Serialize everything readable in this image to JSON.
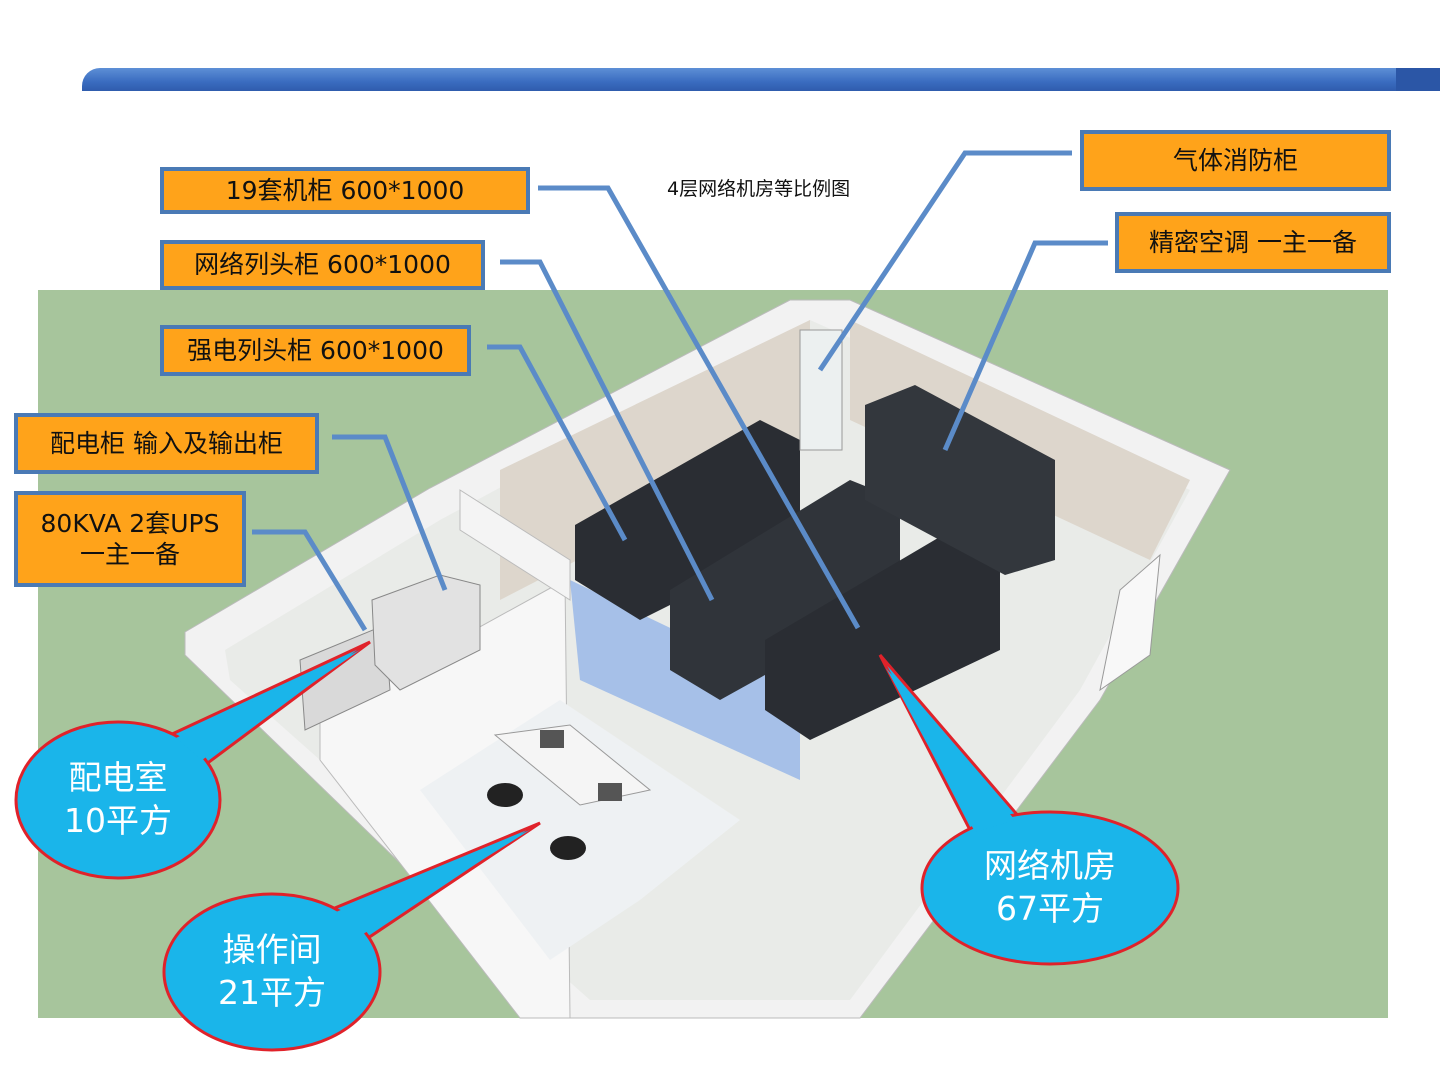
{
  "title": "4层网络机房等比例图",
  "labels": {
    "racks": "19套机柜 600*1000",
    "network_head": "网络列头柜 600*1000",
    "power_head": "强电列头柜 600*1000",
    "distribution": "配电柜 输入及输出柜",
    "ups_line1": "80KVA 2套UPS",
    "ups_line2": "一主一备",
    "fire": "气体消防柜",
    "ac": "精密空调  一主一备"
  },
  "rooms": {
    "power_room": {
      "name": "配电室",
      "area": "10平方"
    },
    "operation_room": {
      "name": "操作间",
      "area": "21平方"
    },
    "network_room": {
      "name": "网络机房",
      "area": "67平方"
    }
  },
  "colors": {
    "label_bg": "#ffa31a",
    "label_border": "#4a7ab5",
    "bubble": "#1ab5ea",
    "bubble_border": "#e0222a",
    "ground": "#a7c59c"
  }
}
